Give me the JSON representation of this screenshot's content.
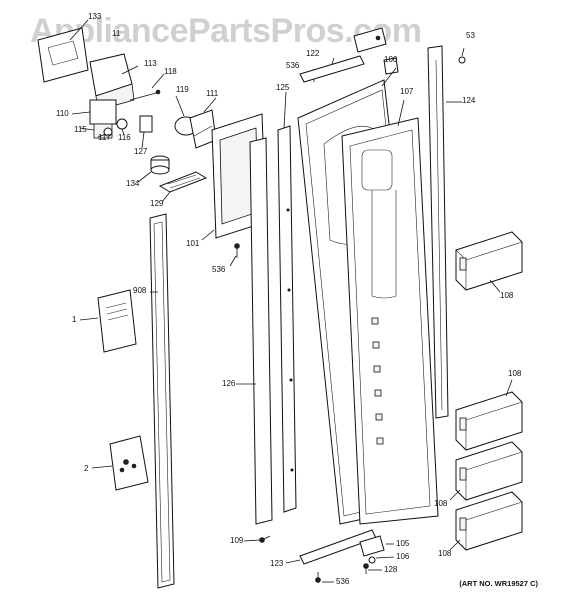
{
  "watermark": "AppliancePartsPros.com",
  "art_number": "(ART NO. WR19527 C)",
  "labels": {
    "l133": "133",
    "l11": "11",
    "l113": "113",
    "l118": "118",
    "l119": "119",
    "l111": "111",
    "l110": "110",
    "l115": "115",
    "l117": "117",
    "l116": "116",
    "l127": "127",
    "l134": "134",
    "l129": "129",
    "l101": "101",
    "l536a": "536",
    "l122": "122",
    "l536b": "536",
    "l100": "100",
    "l125": "125",
    "l107": "107",
    "l124": "124",
    "l53": "53",
    "l908": "908",
    "l1": "1",
    "l108a": "108",
    "l108b": "108",
    "l108c": "108",
    "l108d": "108",
    "l126": "126",
    "l2": "2",
    "l109": "109",
    "l105": "105",
    "l106": "106",
    "l128": "128",
    "l123": "123",
    "l536c": "536"
  }
}
